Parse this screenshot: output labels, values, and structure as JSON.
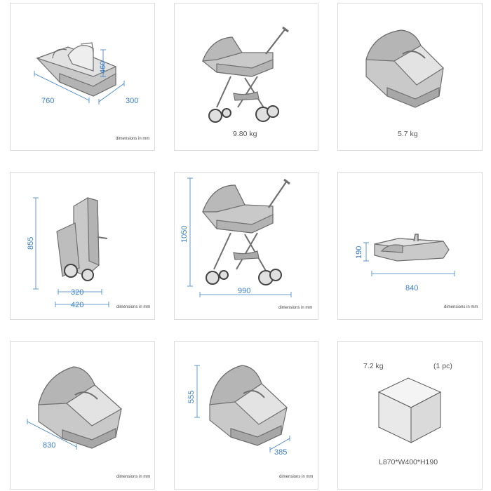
{
  "colors": {
    "dimension": "#3a7fc1",
    "product_fill": "#c9c9c9",
    "product_stroke": "#6f6f6f",
    "box_top": "#f4f4f4",
    "box_left": "#e9e9e9",
    "box_right": "#dadada"
  },
  "panels": [
    {
      "id": "bassinet-dimensions",
      "dims": [
        "760",
        "460",
        "300"
      ],
      "note": "dimensions in mm"
    },
    {
      "id": "stroller-weight",
      "label": "9.80 kg"
    },
    {
      "id": "bassinet-weight",
      "label": "5.7 kg"
    },
    {
      "id": "stroller-folded",
      "dims": [
        "855",
        "320",
        "420"
      ],
      "note": "dimensions in mm"
    },
    {
      "id": "stroller-dimensions",
      "dims": [
        "1050",
        "990"
      ],
      "note": "dimensions in mm"
    },
    {
      "id": "bassinet-folded",
      "dims": [
        "190",
        "840"
      ],
      "note": "dimensions in mm"
    },
    {
      "id": "bassinet-length",
      "dims": [
        "830"
      ],
      "note": "dimensions in mm"
    },
    {
      "id": "bassinet-height",
      "dims": [
        "555",
        "385"
      ],
      "note": "dimensions in mm"
    },
    {
      "id": "package",
      "weight": "7.2 kg",
      "count": "(1 pc)",
      "size": "L870*W400*H190"
    }
  ]
}
